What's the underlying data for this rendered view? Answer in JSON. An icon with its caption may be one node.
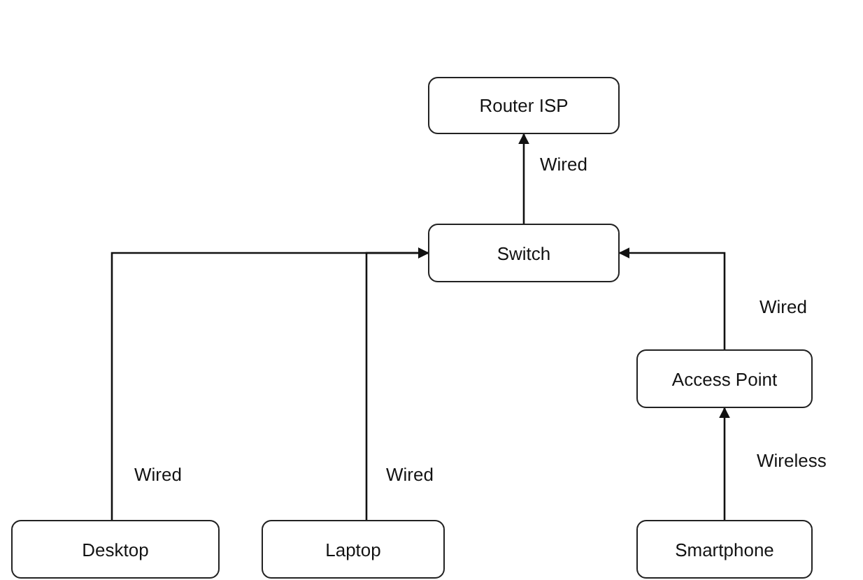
{
  "diagram": {
    "nodes": [
      {
        "text": [
          "Router ISP"
        ]
      },
      {
        "text": [
          "Switch"
        ]
      },
      {
        "text": [
          "Access Point"
        ]
      },
      {
        "text": [
          "Desktop"
        ]
      },
      {
        "text": [
          "Laptop"
        ]
      },
      {
        "text": [
          "Smartphone"
        ]
      }
    ],
    "edges": [
      {
        "from": 1,
        "to": 0,
        "arrow": "to",
        "label": "Wired"
      },
      {
        "from": 3,
        "to": 1,
        "arrow": "to",
        "label": "Wired"
      },
      {
        "from": 4,
        "to": 1,
        "arrow": "to",
        "label": "Wired"
      },
      {
        "from": 2,
        "to": 1,
        "arrow": "to",
        "label": "Wired"
      },
      {
        "from": 5,
        "to": 2,
        "arrow": "to",
        "label": "Wireless"
      }
    ]
  }
}
